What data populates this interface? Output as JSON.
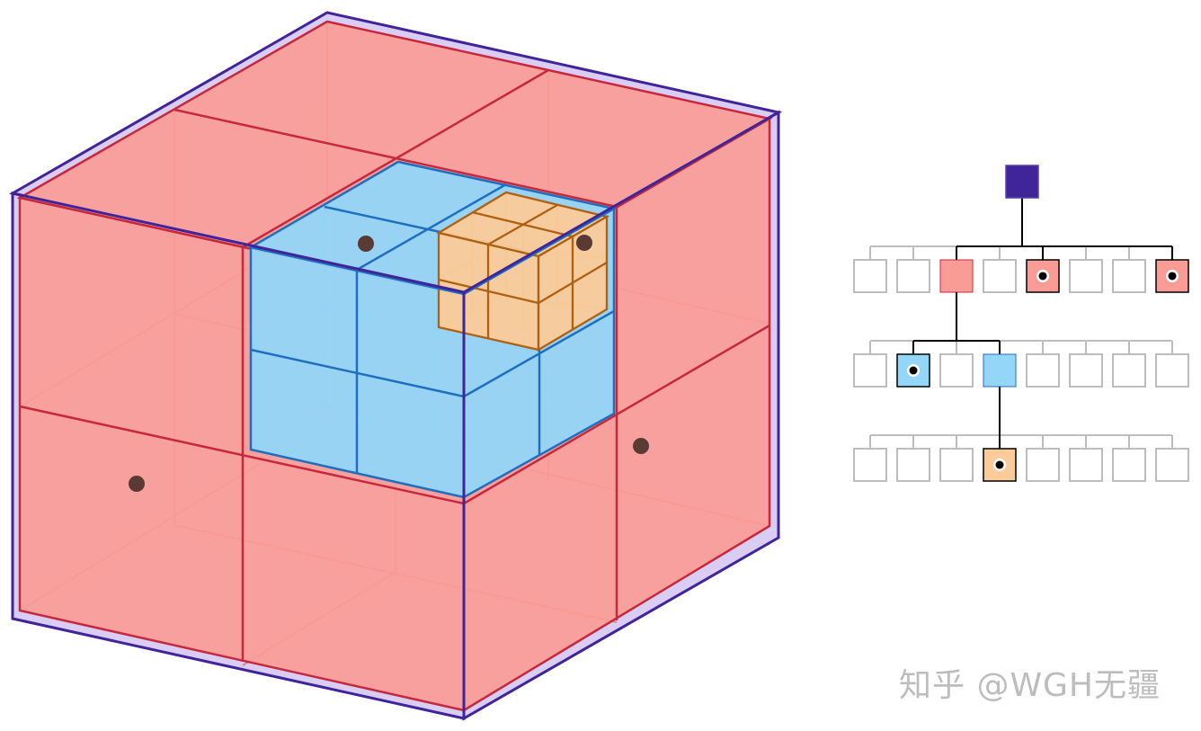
{
  "figure": {
    "title": "",
    "description_type": "octree",
    "watermark": "知乎 @WGH无疆"
  },
  "colors": {
    "root": "#40259a",
    "root_border": "#5a3fb0",
    "root_tint": "#d9cdf3",
    "level1_fill": "#fa9c96",
    "level1_stroke": "#c8283c",
    "level2_fill": "#93d6f8",
    "level2_stroke": "#1f6fc0",
    "level3_fill": "#fbcb99",
    "level3_stroke": "#b0600f",
    "empty_stroke": "#bdbdbd",
    "tree_edge": "#000000",
    "point": "#5a3a35"
  },
  "tree": {
    "root": {
      "icon": "filled-node-icon"
    },
    "levels": [
      {
        "level": 1,
        "nodes": [
          "empty",
          "empty",
          "subdivided",
          "empty",
          "point",
          "empty",
          "empty",
          "point"
        ],
        "parent_index": null
      },
      {
        "level": 2,
        "nodes": [
          "empty",
          "point",
          "empty",
          "subdivided",
          "empty",
          "empty",
          "empty",
          "empty"
        ],
        "parent_index": 2
      },
      {
        "level": 3,
        "nodes": [
          "empty",
          "empty",
          "empty",
          "point",
          "empty",
          "empty",
          "empty",
          "empty"
        ],
        "parent_index": 3
      }
    ]
  }
}
